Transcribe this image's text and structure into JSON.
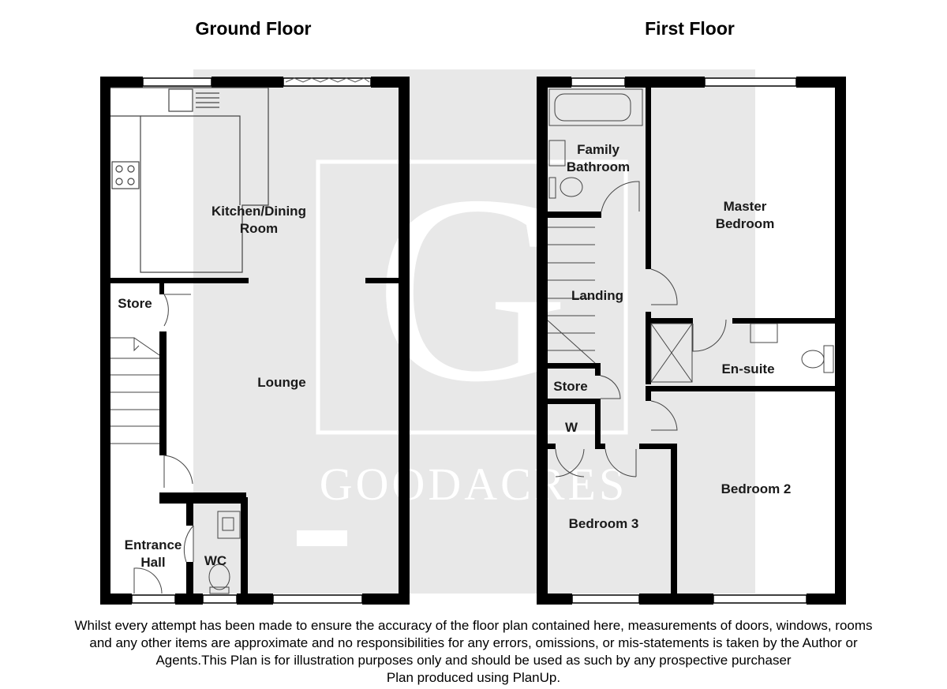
{
  "floors": {
    "ground": {
      "title": "Ground Floor",
      "rooms": {
        "kitchen_line1": "Kitchen/Dining",
        "kitchen_line2": "Room",
        "store": "Store",
        "lounge": "Lounge",
        "entrance_line1": "Entrance",
        "entrance_line2": "Hall",
        "wc": "WC"
      }
    },
    "first": {
      "title": "First Floor",
      "rooms": {
        "bathroom_line1": "Family",
        "bathroom_line2": "Bathroom",
        "master_line1": "Master",
        "master_line2": "Bedroom",
        "landing": "Landing",
        "ensuite": "En-suite",
        "store": "Store",
        "wardrobe": "W",
        "bedroom3": "Bedroom 3",
        "bedroom2": "Bedroom 2"
      }
    }
  },
  "watermark": {
    "letter": "G",
    "text": "GOODACRES"
  },
  "disclaimer": {
    "line1": "Whilst every attempt has been made to ensure the accuracy of the floor plan contained here, measurements of doors, windows, rooms",
    "line2": "and any other items are approximate and no responsibilities for any errors, omissions, or mis-statements is taken by the Author or",
    "line3": "Agents.This Plan is for illustration purposes only and should be used as such by any prospective purchaser",
    "line4": "Plan produced using PlanUp."
  },
  "colors": {
    "wall": "#000000",
    "watermark_bg": "#e8e8e8",
    "watermark_fg": "#ffffff",
    "fixture": "#8a8a8a"
  }
}
